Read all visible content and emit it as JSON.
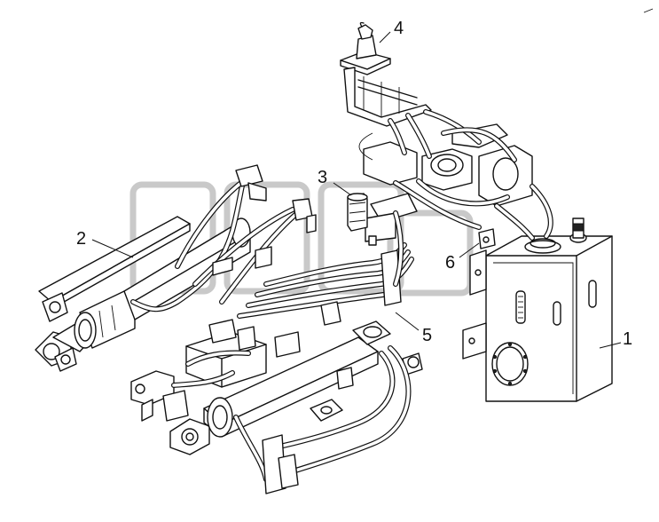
{
  "callouts": [
    {
      "id": "1",
      "label": "1",
      "part": "hydraulic-tank"
    },
    {
      "id": "2",
      "label": "2",
      "part": "hydraulic-cylinder-left"
    },
    {
      "id": "3",
      "label": "3",
      "part": "filter"
    },
    {
      "id": "4",
      "label": "4",
      "part": "control-joystick"
    },
    {
      "id": "5",
      "label": "5",
      "part": "hose-bundle"
    },
    {
      "id": "6",
      "label": "6",
      "part": "tank-fitting"
    }
  ],
  "watermark": {
    "text": "3618"
  },
  "colors": {
    "line": "#111111",
    "background": "#ffffff",
    "watermark": "#c9c9c9"
  }
}
